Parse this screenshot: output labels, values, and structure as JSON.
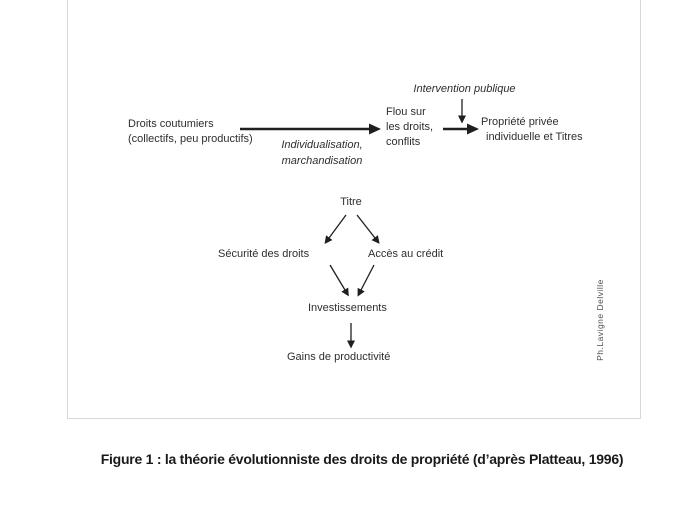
{
  "figure": {
    "caption": "Figure 1 : la théorie évolutionniste des droits de propriété (d’après Platteau, 1996)",
    "credit": "Ph.Lavigne Delville"
  },
  "diagram": {
    "droits_coutumiers": {
      "line1": "Droits coutumiers",
      "line2": "(collectifs, peu productifs)"
    },
    "individualisation": {
      "line1": "Individualisation,",
      "line2": "marchandisation"
    },
    "flou": {
      "line1": "Flou sur",
      "line2": "les droits,",
      "line3": "conflits"
    },
    "intervention": "Intervention publique",
    "propriete": {
      "line1": "Propriété privée",
      "line2": "individuelle et Titres"
    },
    "titre": "Titre",
    "securite": "Sécurité des droits",
    "acces": "Accès au crédit",
    "investissements": "Investissements",
    "gains": "Gains de productivité"
  },
  "colors": {
    "text": "#2e2e2e",
    "arrow": "#1f1f1f",
    "frame_border": "#d8d8d8",
    "background": "#ffffff"
  }
}
